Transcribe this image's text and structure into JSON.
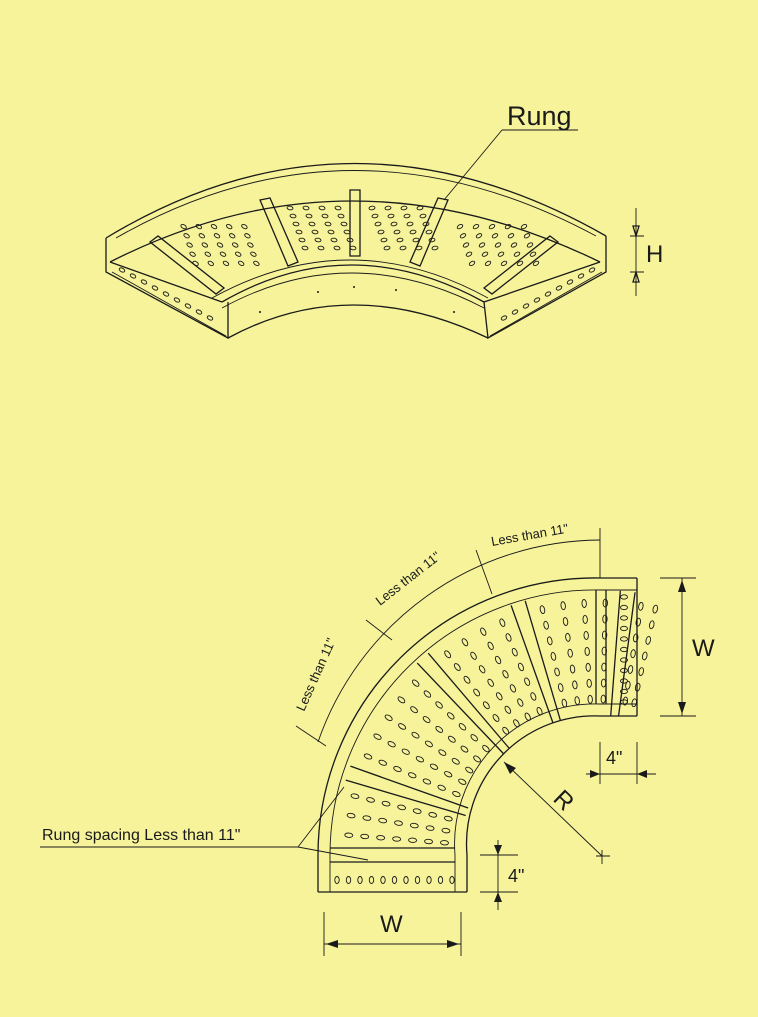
{
  "colors": {
    "background": "#f6f39a",
    "line": "#1a1a1a"
  },
  "iso_view": {
    "rung_label": "Rung",
    "height_label": "H"
  },
  "plan_view": {
    "spacing_labels": [
      "Less than 11\"",
      "Less than 11\"",
      "Less than 11\""
    ],
    "rung_spacing_label": "Rung spacing Less than 11\"",
    "width_label_right": "W",
    "width_label_bottom": "W",
    "radius_label": "R",
    "tangent_length_right": "4\"",
    "tangent_length_bottom": "4\""
  }
}
